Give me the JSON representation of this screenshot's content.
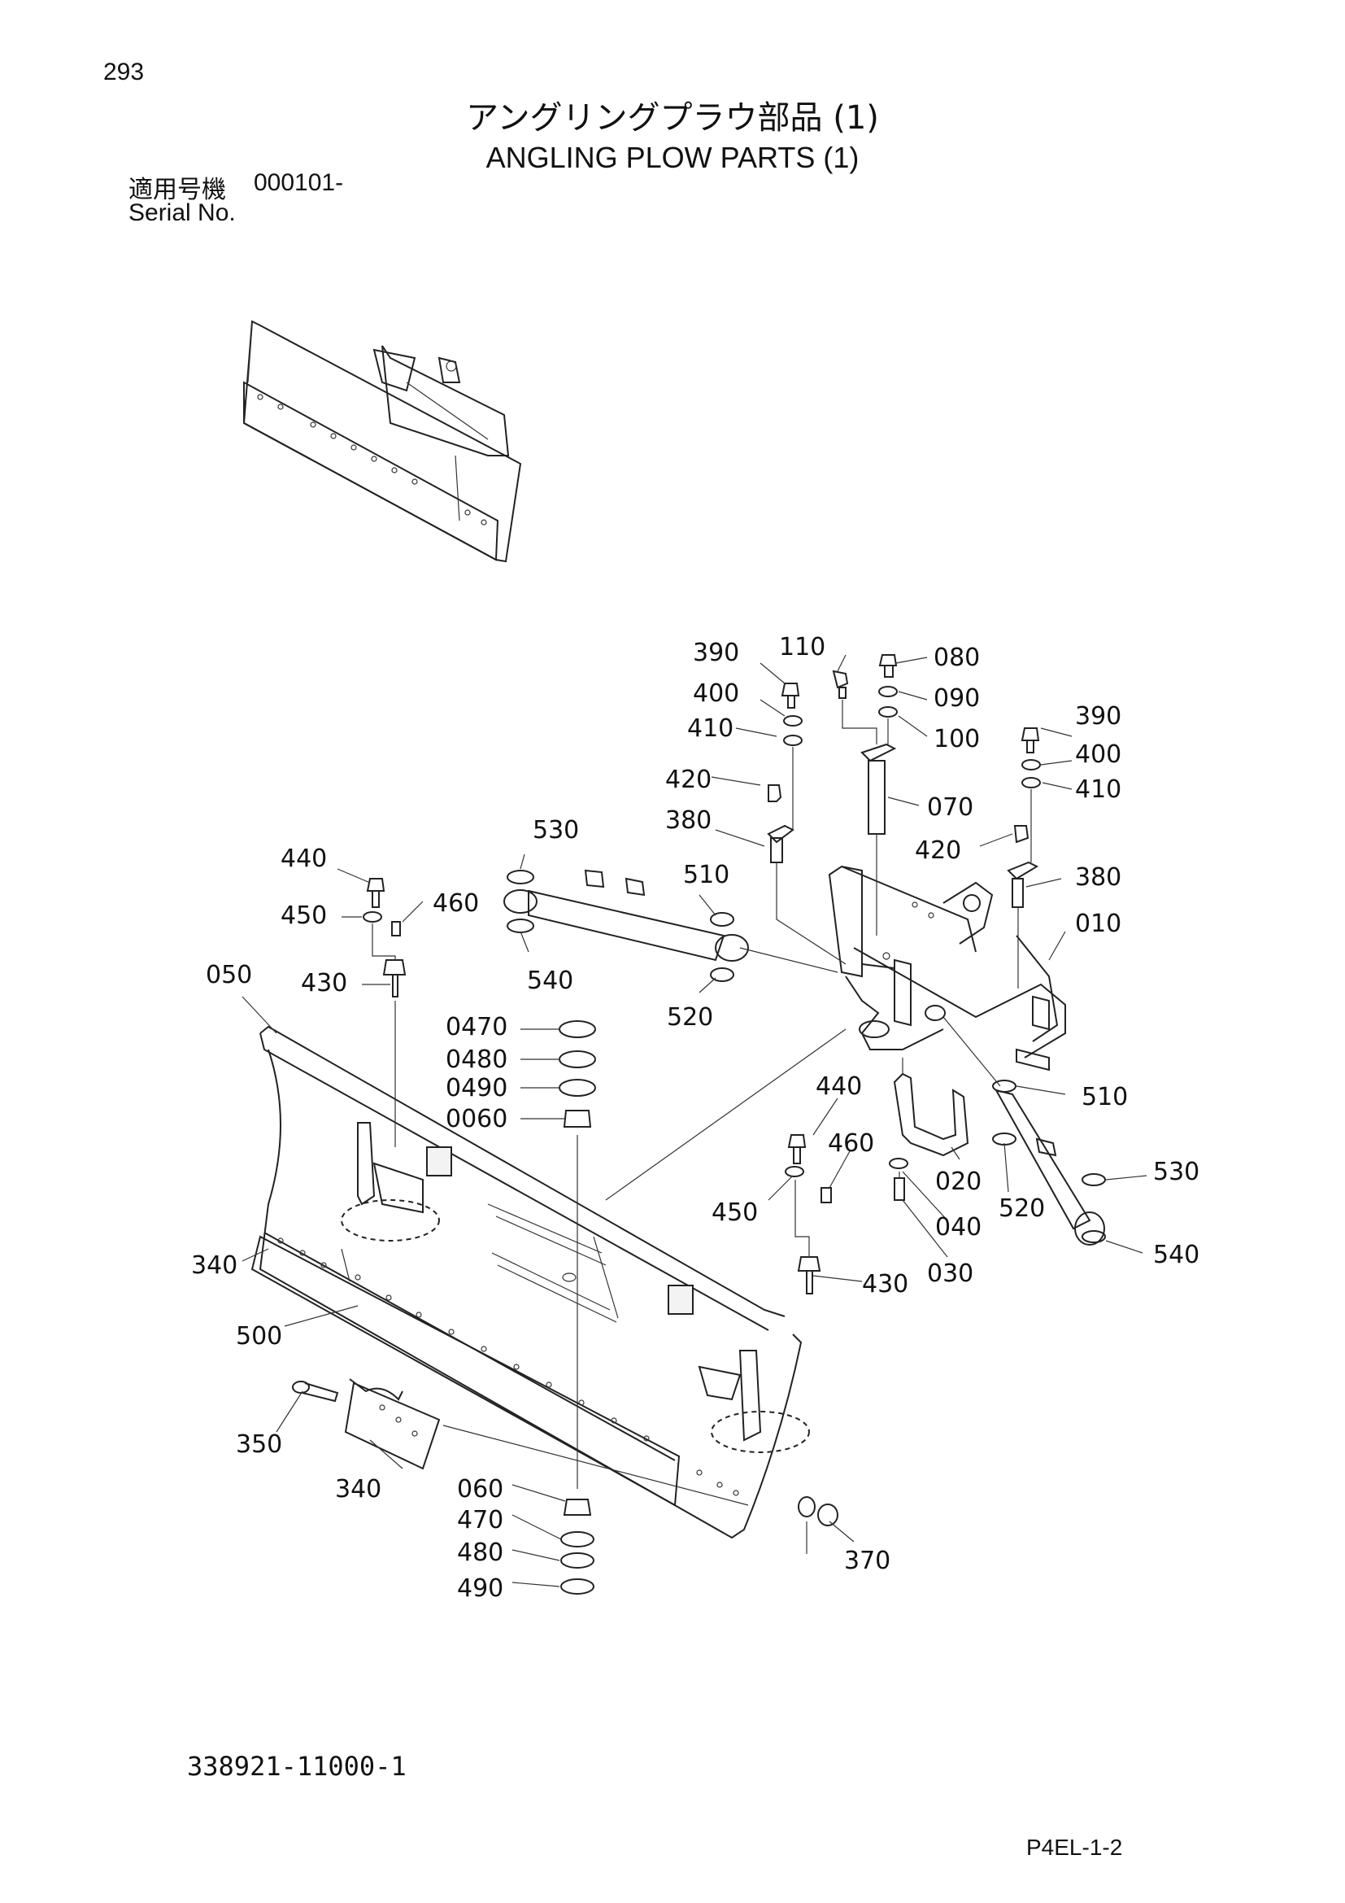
{
  "header": {
    "page_number": "293",
    "title_jp": "アングリングプラウ部品 (1)",
    "title_en": "ANGLING PLOW PARTS (1)",
    "serial_label_jp": "適用号機",
    "serial_value": "000101-",
    "serial_label_en": "Serial No."
  },
  "footer": {
    "drawing_number": "338921-11000-1",
    "sheet_code": "P4EL-1-2"
  },
  "callouts": {
    "c390a": "390",
    "c110": "110",
    "c080": "080",
    "c400a": "400",
    "c090": "090",
    "c410a": "410",
    "c100": "100",
    "c390b": "390",
    "c400b": "400",
    "c410b": "410",
    "c420a": "420",
    "c070": "070",
    "c380a": "380",
    "c420b": "420",
    "c380b": "380",
    "c530a": "530",
    "c510a": "510",
    "c440a": "440",
    "c460a": "460",
    "c450a": "450",
    "c010": "010",
    "c540a": "540",
    "c050": "050",
    "c430a": "430",
    "c520a": "520",
    "c0470": "0470",
    "c0480": "0480",
    "c0490": "0490",
    "c0060": "0060",
    "c510b": "510",
    "c440b": "440",
    "c460b": "460",
    "c020": "020",
    "c530b": "530",
    "c450b": "450",
    "c040": "040",
    "c520b": "520",
    "c340a": "340",
    "c430b": "430",
    "c030": "030",
    "c540b": "540",
    "c500": "500",
    "c350": "350",
    "c340b": "340",
    "c060": "060",
    "c470": "470",
    "c480": "480",
    "c490": "490",
    "c370": "370"
  }
}
